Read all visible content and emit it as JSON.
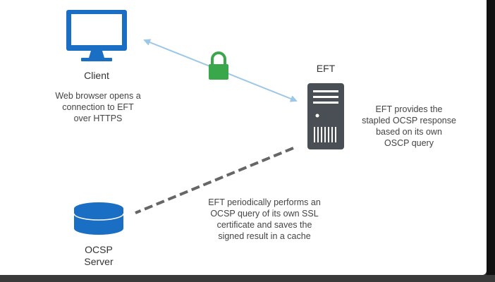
{
  "client": {
    "label": "Client",
    "description": [
      "Web browser opens a",
      "connection to EFT",
      "over HTTPS"
    ]
  },
  "eft": {
    "label": "EFT",
    "description": [
      "EFT provides the",
      "stapled OCSP response",
      "based on its own",
      "OSCP query"
    ]
  },
  "ocsp_server": {
    "label": [
      "OCSP",
      "Server"
    ],
    "description": [
      "EFT periodically performs an",
      "OCSP query of its own SSL",
      "certificate and saves the",
      "signed result in a cache"
    ]
  },
  "icons": {
    "client": "monitor-icon",
    "lock": "padlock-icon",
    "eft": "server-tower-icon",
    "ocsp": "database-icon"
  },
  "colors": {
    "monitor": "#1a6fc4",
    "arrow": "#9cc7e6",
    "lock": "#3aa84a",
    "server": "#4a4f55",
    "database": "#1a6fc4",
    "dashed_line": "#666666"
  }
}
